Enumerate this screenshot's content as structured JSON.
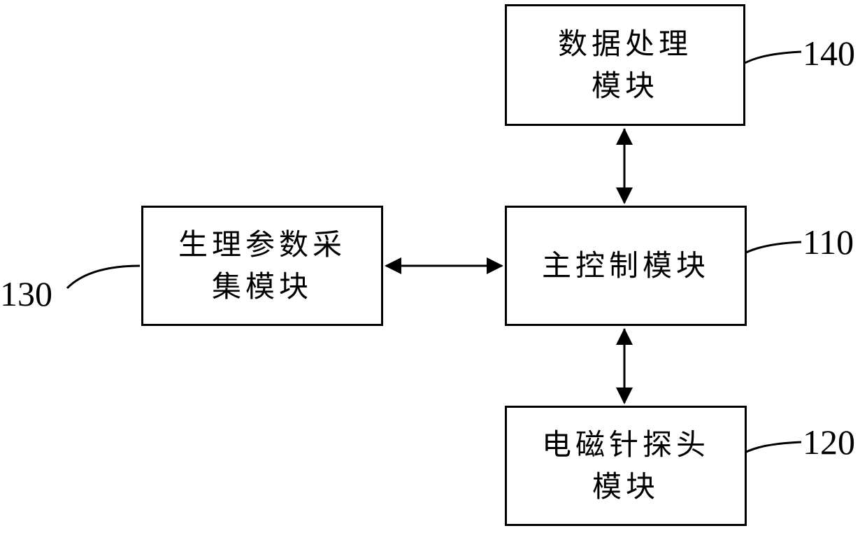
{
  "blocks": {
    "data_processing": {
      "line1": "数据处理",
      "line2": "模块",
      "ref": "140"
    },
    "main_control": {
      "line1": "主控制模块",
      "ref": "110"
    },
    "physio_acquisition": {
      "line1": "生理参数采",
      "line2": "集模块",
      "ref": "130"
    },
    "em_needle_probe": {
      "line1": "电磁针探头",
      "line2": "模块",
      "ref": "120"
    }
  },
  "connections": [
    {
      "from": "main_control",
      "to": "data_processing",
      "kind": "bidirectional"
    },
    {
      "from": "main_control",
      "to": "physio_acquisition",
      "kind": "bidirectional"
    },
    {
      "from": "main_control",
      "to": "em_needle_probe",
      "kind": "bidirectional"
    }
  ],
  "colors": {
    "line": "#000000",
    "background": "#ffffff"
  }
}
